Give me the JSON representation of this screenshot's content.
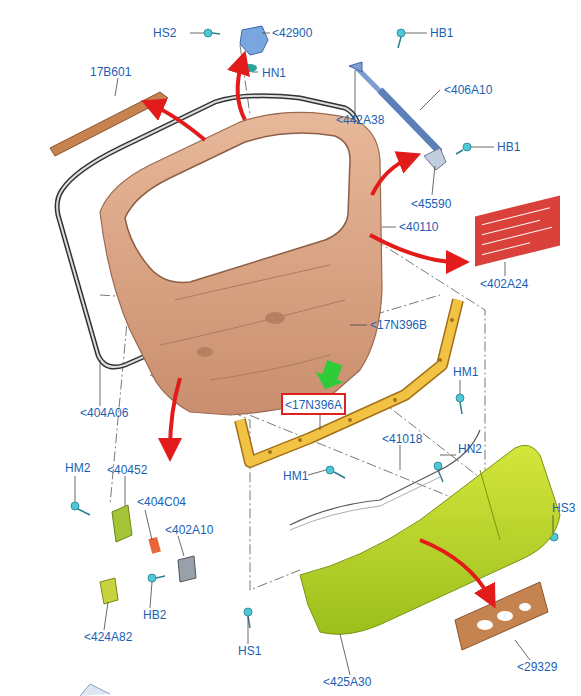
{
  "diagram": {
    "nodes": [
      {
        "text": [
          "<17N396A"
        ]
      }
    ],
    "labels": [
      "HS2",
      "<42900",
      "HB1",
      "17B601",
      "HN1",
      "<406A10",
      "<442A38",
      "HB1",
      "<45590",
      "<40110",
      "<402A24",
      "<17N396B",
      "<404A06",
      "HM1",
      "<41018",
      "HN2",
      "HM1",
      "HM2",
      "<40452",
      "<404C04",
      "<402A10",
      "HS3",
      "HB2",
      "<424A82",
      "HS1",
      "<425A30",
      "<29329"
    ]
  }
}
